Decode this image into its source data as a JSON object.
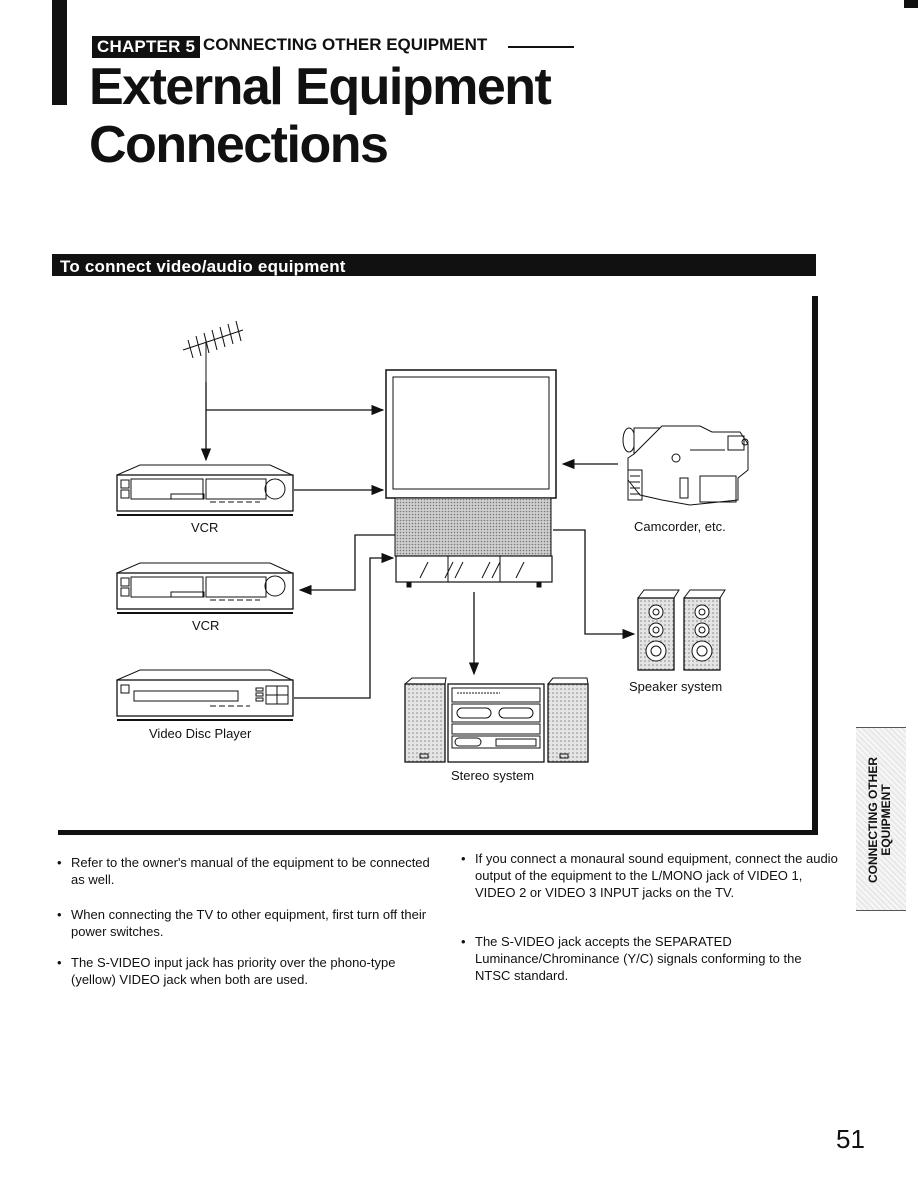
{
  "chapter": {
    "badge": "CHAPTER 5",
    "title": "CONNECTING OTHER EQUIPMENT"
  },
  "title": {
    "line1": "External Equipment",
    "line2": "Connections"
  },
  "section": {
    "title": "To connect video/audio equipment"
  },
  "diagram": {
    "labels": {
      "vcr1": "VCR",
      "vcr2": "VCR",
      "video_disc": "Video Disc Player",
      "camcorder": "Camcorder, etc.",
      "speaker": "Speaker system",
      "stereo": "Stereo system"
    }
  },
  "notes": {
    "left": [
      "Refer to the owner's manual of the equipment to be connected as well.",
      "When connecting the TV to other equipment, first turn off their power switches.",
      "The S-VIDEO input jack has priority over the phono-type (yellow) VIDEO jack when both are used."
    ],
    "right": [
      "If you connect a monaural sound equipment, connect the audio output of the equipment to the L/MONO jack of VIDEO 1, VIDEO 2 or VIDEO 3 INPUT jacks on the TV.",
      "The S-VIDEO jack accepts the SEPARATED Luminance/Chrominance (Y/C) signals conforming to the NTSC standard."
    ]
  },
  "side_tab": {
    "line1": "CONNECTING OTHER",
    "line2": "EQUIPMENT"
  },
  "page_number": "51"
}
